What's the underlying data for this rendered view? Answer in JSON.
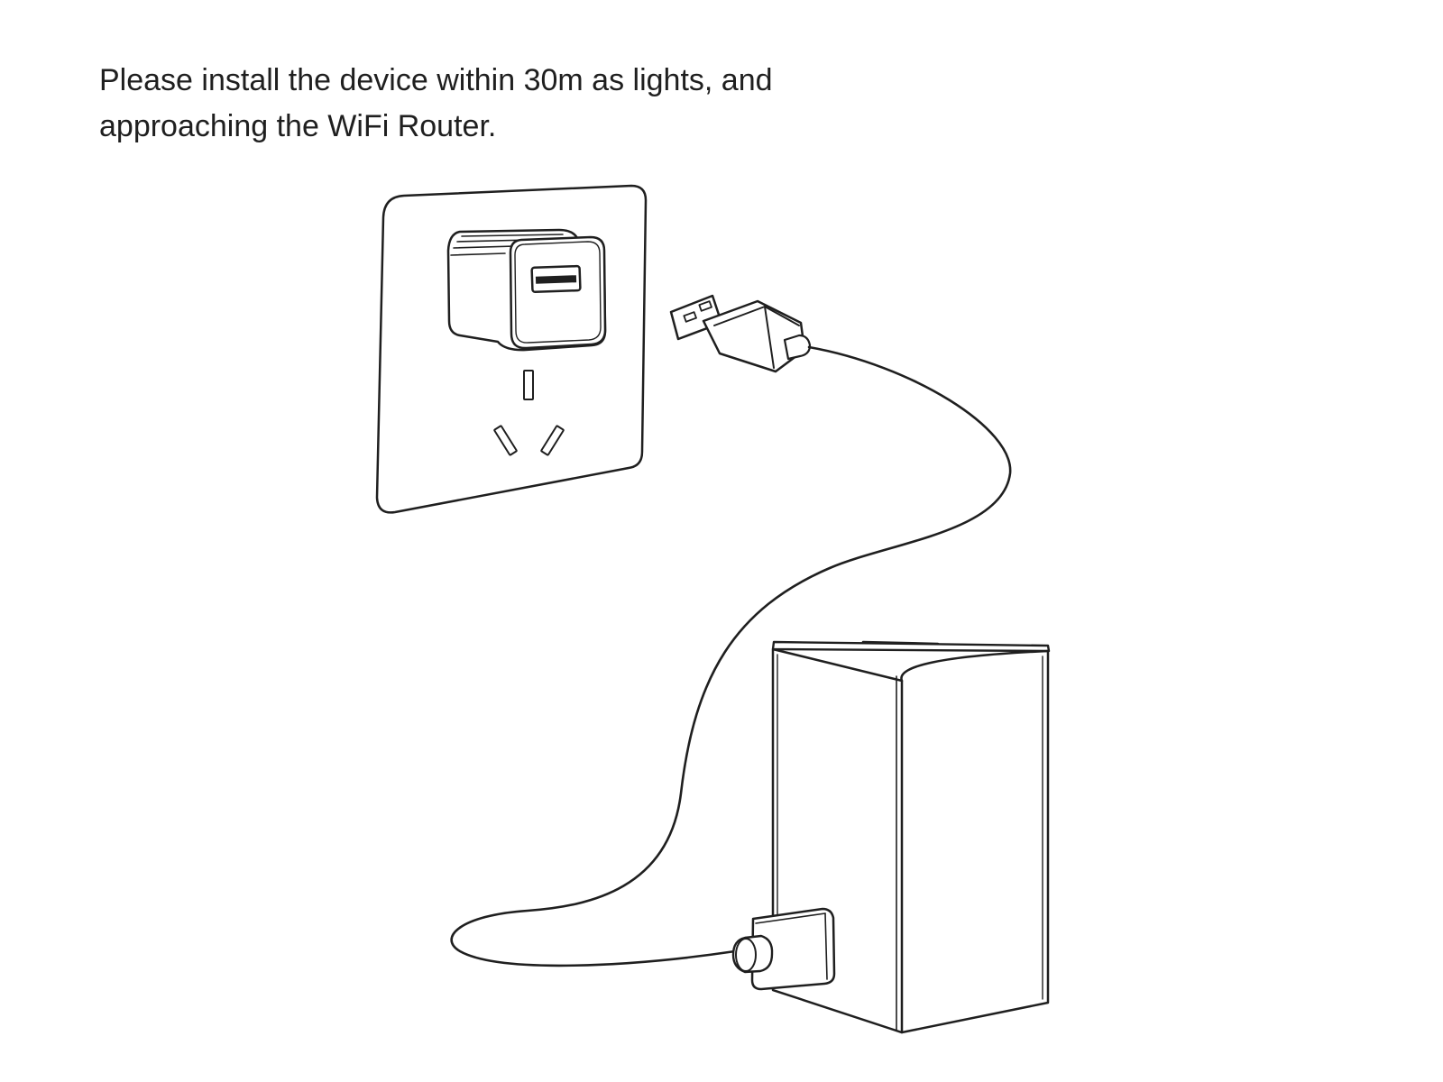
{
  "instruction": {
    "line1": "Please install the device within 30m as lights, and",
    "line2": "approaching the WiFi Router."
  },
  "illustration": {
    "parts": [
      "wall-socket-panel",
      "usb-power-adapter",
      "usb-cable",
      "wifi-router"
    ],
    "colors": {
      "ink": "#1f1f1f",
      "background": "#ffffff"
    }
  }
}
